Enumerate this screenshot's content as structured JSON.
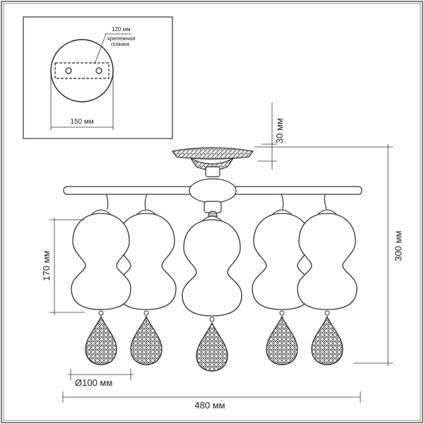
{
  "inset": {
    "mount_width_label": "120 мм",
    "mount_plate_label_line1": "крепежная",
    "mount_plate_label_line2": "планка",
    "canopy_diameter_label": "150 мм"
  },
  "dimensions": {
    "canopy_height_label": "30 мм",
    "total_height_label": "300 мм",
    "shade_height_label": "170 мм",
    "shade_diameter_label": "Ø100 мм",
    "total_width_label": "480 мм"
  },
  "colors": {
    "line": "#333333",
    "frame": "#555555"
  }
}
